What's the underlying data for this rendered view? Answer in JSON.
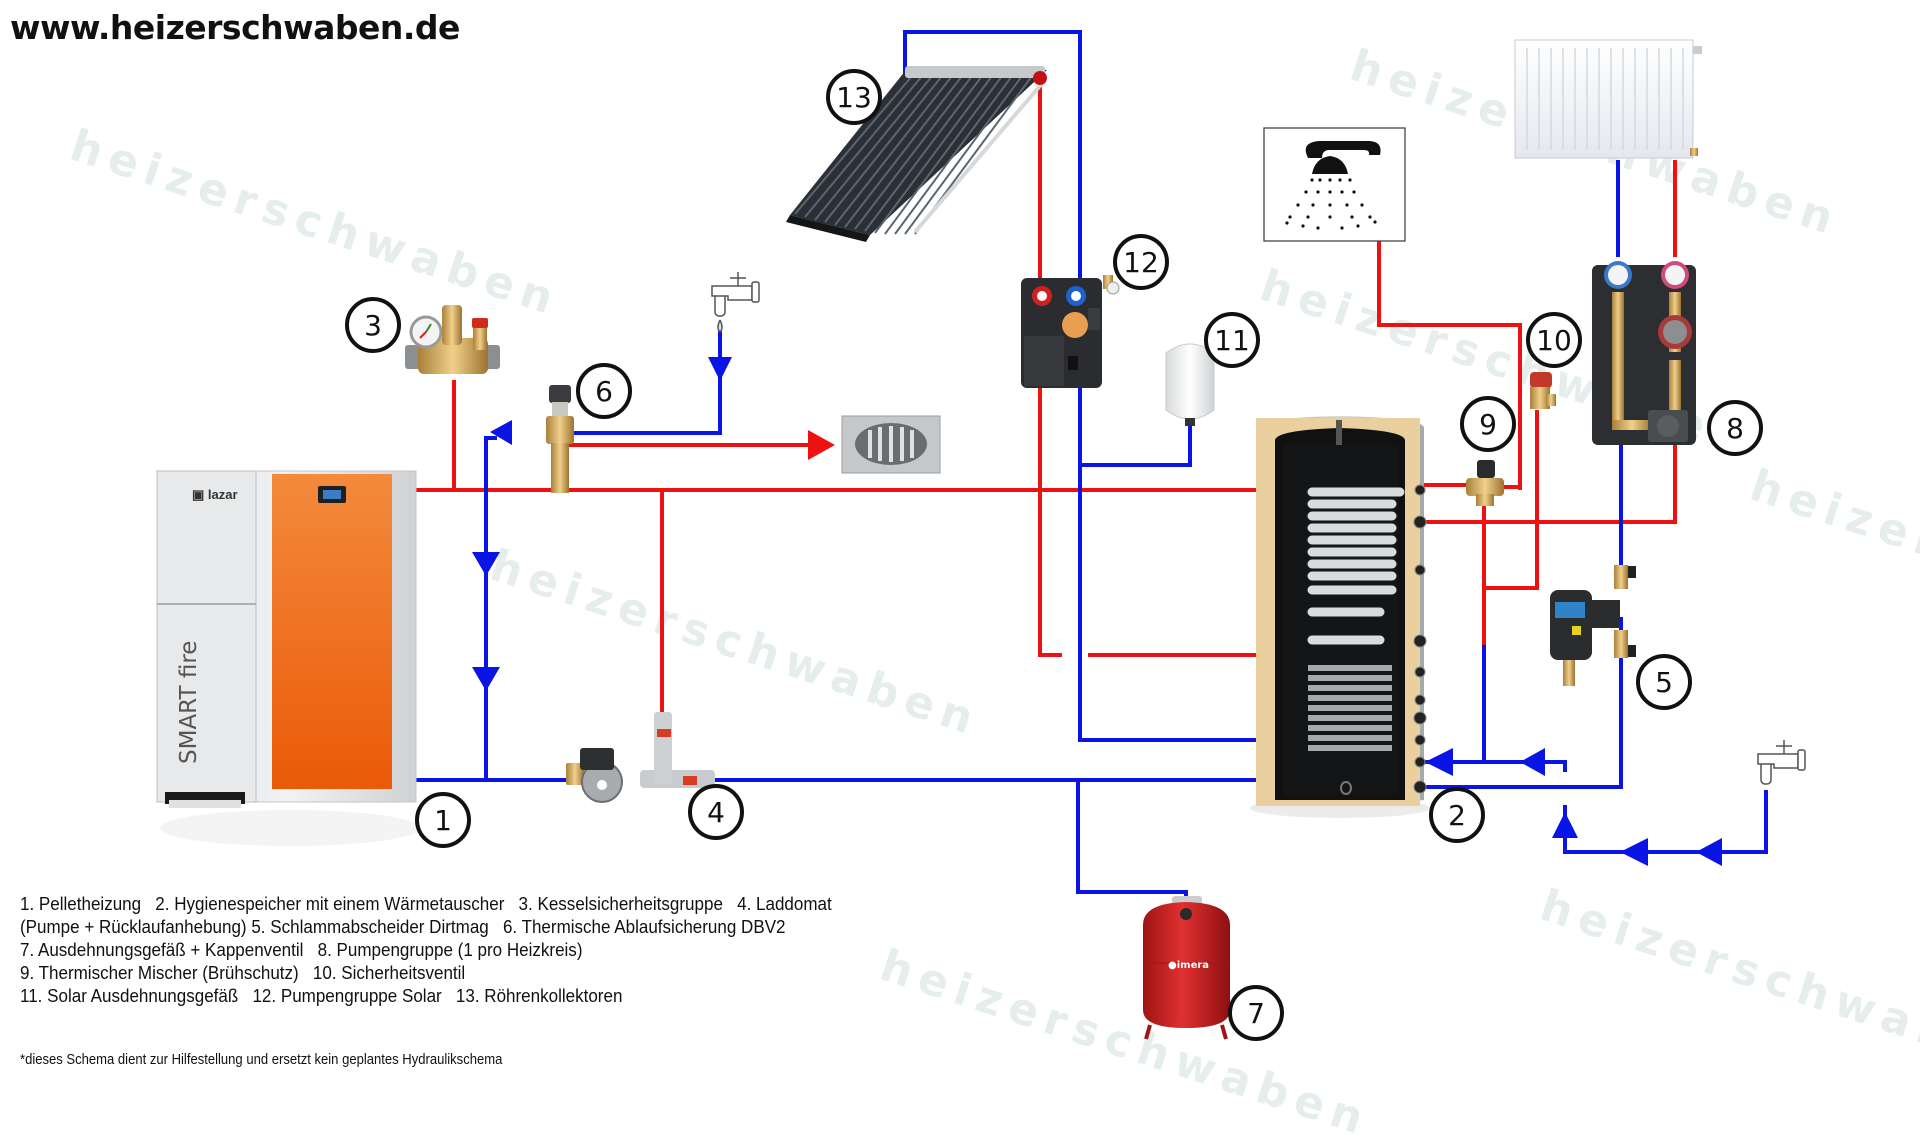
{
  "header": {
    "site_url": "www.heizerschwaben.de"
  },
  "watermark": {
    "text": "heizerschwaben"
  },
  "colors": {
    "hot_pipe": "#ee1111",
    "cold_pipe": "#0a14e6",
    "boiler_orange": "#f06a10",
    "insulation": "#ead3a0",
    "vessel_red": "#c81e1e"
  },
  "components": [
    {
      "number": "1",
      "name": "Pelletheizung",
      "brand": "lazar",
      "model": "SMART fire"
    },
    {
      "number": "2",
      "name": "Hygienespeicher mit einem Wärmetauscher"
    },
    {
      "number": "3",
      "name": "Kesselsicherheitsgruppe"
    },
    {
      "number": "4",
      "name": "Laddomat (Pumpe + Rücklaufanhebung)"
    },
    {
      "number": "5",
      "name": "Schlammabscheider Dirtmag"
    },
    {
      "number": "6",
      "name": "Thermische Ablaufsicherung DBV2"
    },
    {
      "number": "7",
      "name": "Ausdehnungsgefäß + Kappenventil",
      "brand": "imera"
    },
    {
      "number": "8",
      "name": "Pumpengruppe (1 pro Heizkreis)"
    },
    {
      "number": "9",
      "name": "Thermischer Mischer (Brühschutz)"
    },
    {
      "number": "10",
      "name": "Sicherheitsventil"
    },
    {
      "number": "11",
      "name": "Solar Ausdehnungsgefäß"
    },
    {
      "number": "12",
      "name": "Pumpengruppe Solar"
    },
    {
      "number": "13",
      "name": "Röhrenkollektoren"
    }
  ],
  "legend": {
    "lines": [
      [
        "1. Pelletheizung",
        "2. Hygienespeicher mit einem Wärmetauscher",
        "3. Kesselsicherheitsgruppe",
        "4. Laddomat"
      ],
      [
        "(Pumpe  + Rücklaufanhebung) 5. Schlammabscheider Dirtmag",
        "6. Thermische Ablaufsicherung DBV2"
      ],
      [
        "7. Ausdehnungsgefäß + Kappenventil",
        "8. Pumpengruppe (1 pro Heizkreis)"
      ],
      [
        "9. Thermischer Mischer (Brühschutz)",
        "10. Sicherheitsventil"
      ],
      [
        "11. Solar Ausdehnungsgefäß",
        "12. Pumpengruppe Solar",
        "13. Röhrenkollektoren"
      ]
    ],
    "disclaimer": "*dieses Schema dient zur Hilfestellung und ersetzt kein geplantes Hydraulikschema"
  }
}
